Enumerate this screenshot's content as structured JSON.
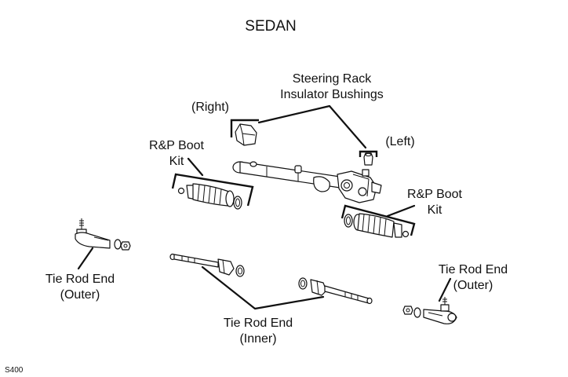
{
  "title": "SEDAN",
  "labels": {
    "steering_rack_bushings": [
      "Steering Rack",
      "Insulator Bushings"
    ],
    "right": "(Right)",
    "left": "(Left)",
    "boot_kit_left": [
      "R&P Boot",
      "Kit"
    ],
    "boot_kit_right": [
      "R&P Boot",
      "Kit"
    ],
    "tie_rod_outer_left": [
      "Tie Rod End",
      "(Outer)"
    ],
    "tie_rod_outer_right": [
      "Tie Rod End",
      "(Outer)"
    ],
    "tie_rod_inner": [
      "Tie Rod End",
      "(Inner)"
    ]
  },
  "figure_code": "S400",
  "colors": {
    "line": "#111111",
    "background": "#ffffff"
  }
}
